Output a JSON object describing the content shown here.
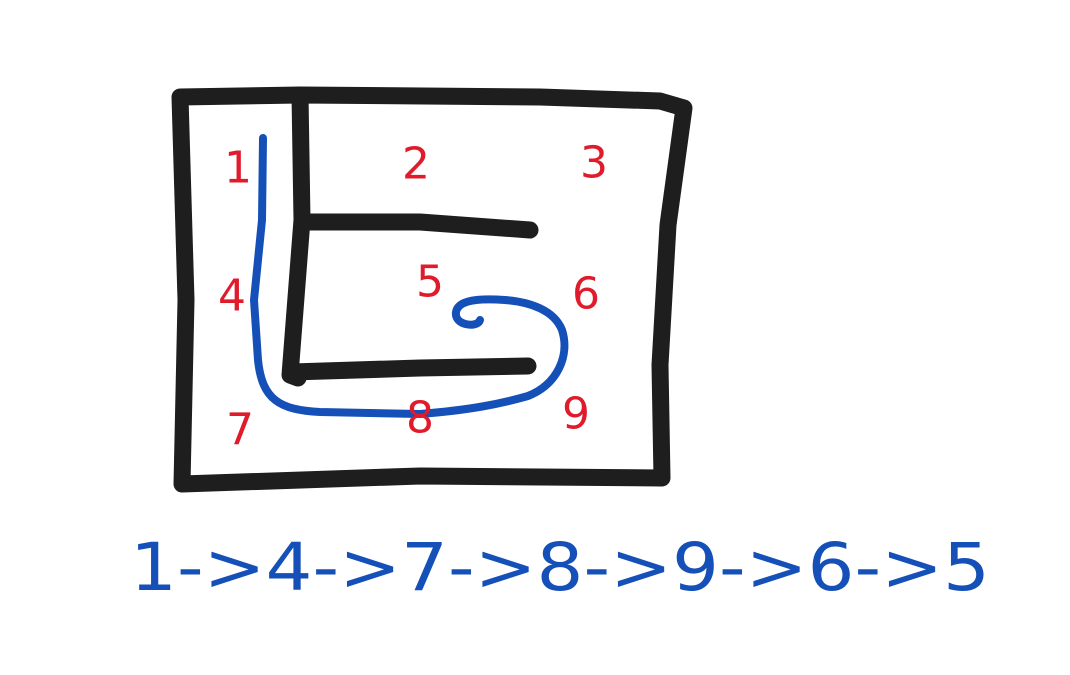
{
  "maze": {
    "cells": [
      {
        "id": "cell-1",
        "label": "1"
      },
      {
        "id": "cell-2",
        "label": "2"
      },
      {
        "id": "cell-3",
        "label": "3"
      },
      {
        "id": "cell-4",
        "label": "4"
      },
      {
        "id": "cell-5",
        "label": "5"
      },
      {
        "id": "cell-6",
        "label": "6"
      },
      {
        "id": "cell-7",
        "label": "7"
      },
      {
        "id": "cell-8",
        "label": "8"
      },
      {
        "id": "cell-9",
        "label": "9"
      }
    ],
    "colors": {
      "walls": "#1e1e1e",
      "cell_numbers": "#e01b2b",
      "route": "#1550b8",
      "background": "#ffffff"
    }
  },
  "route": {
    "sequence": "1->4->7->8->9->6->5"
  }
}
